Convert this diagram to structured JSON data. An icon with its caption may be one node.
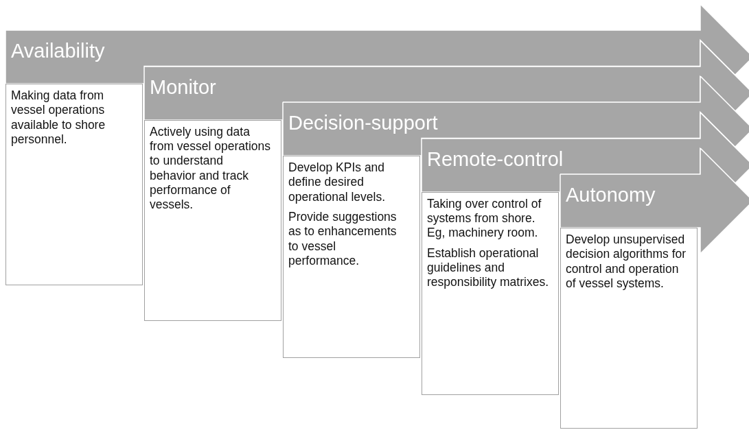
{
  "diagram": {
    "nodes": [
      {
        "text": [
          "Availability"
        ]
      },
      {
        "text": [
          "Making data from vessel operations available to shore personnel."
        ]
      },
      {
        "text": [
          "Monitor"
        ]
      },
      {
        "text": [
          "Actively using data from vessel operations to understand behavior and track performance of vessels."
        ]
      },
      {
        "text": [
          "Decision-support"
        ]
      },
      {
        "text": [
          "Develop KPIs and define desired operational levels.",
          "Provide suggestions as to enhancements to vessel performance."
        ]
      },
      {
        "text": [
          "Remote-control"
        ]
      },
      {
        "text": [
          "Taking over control of systems from shore. Eg, machinery room.",
          "Establish operational guidelines and responsibility matrixes."
        ]
      },
      {
        "text": [
          "Autonomy"
        ]
      },
      {
        "text": [
          "Develop unsupervised decision algorithms for control and operation of vessel systems."
        ]
      }
    ]
  }
}
